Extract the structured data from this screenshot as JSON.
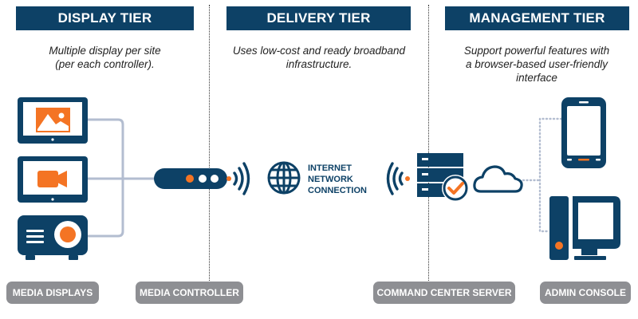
{
  "colors": {
    "navy": "#0d4166",
    "orange": "#f47424",
    "connector_gray": "#b3bdd0",
    "pill_gray": "#8e8f93",
    "divider": "#333333"
  },
  "tiers": [
    {
      "title": "DISPLAY TIER",
      "description": [
        "Multiple display per site",
        "(per each controller)."
      ]
    },
    {
      "title": "DELIVERY TIER",
      "description": [
        "Uses low-cost and ready broadband",
        "infrastructure."
      ]
    },
    {
      "title": "MANAGEMENT TIER",
      "description": [
        "Support powerful features with",
        "a browser-based user-friendly",
        "interface"
      ]
    }
  ],
  "network": {
    "icon": "globe-icon",
    "label_lines": [
      "INTERNET",
      "NETWORK",
      "CONNECTION"
    ]
  },
  "components": [
    {
      "label": "MEDIA DISPLAYS",
      "icons": [
        "image-display-icon",
        "video-display-icon",
        "projector-icon"
      ]
    },
    {
      "label": "MEDIA CONTROLLER",
      "icons": [
        "media-player-icon",
        "wireless-signal-icon"
      ]
    },
    {
      "label": "COMMAND CENTER SERVER",
      "icons": [
        "wireless-signal-icon",
        "server-check-icon",
        "cloud-icon"
      ]
    },
    {
      "label": "ADMIN CONSOLE",
      "icons": [
        "smartphone-icon",
        "desktop-computer-icon"
      ]
    }
  ]
}
